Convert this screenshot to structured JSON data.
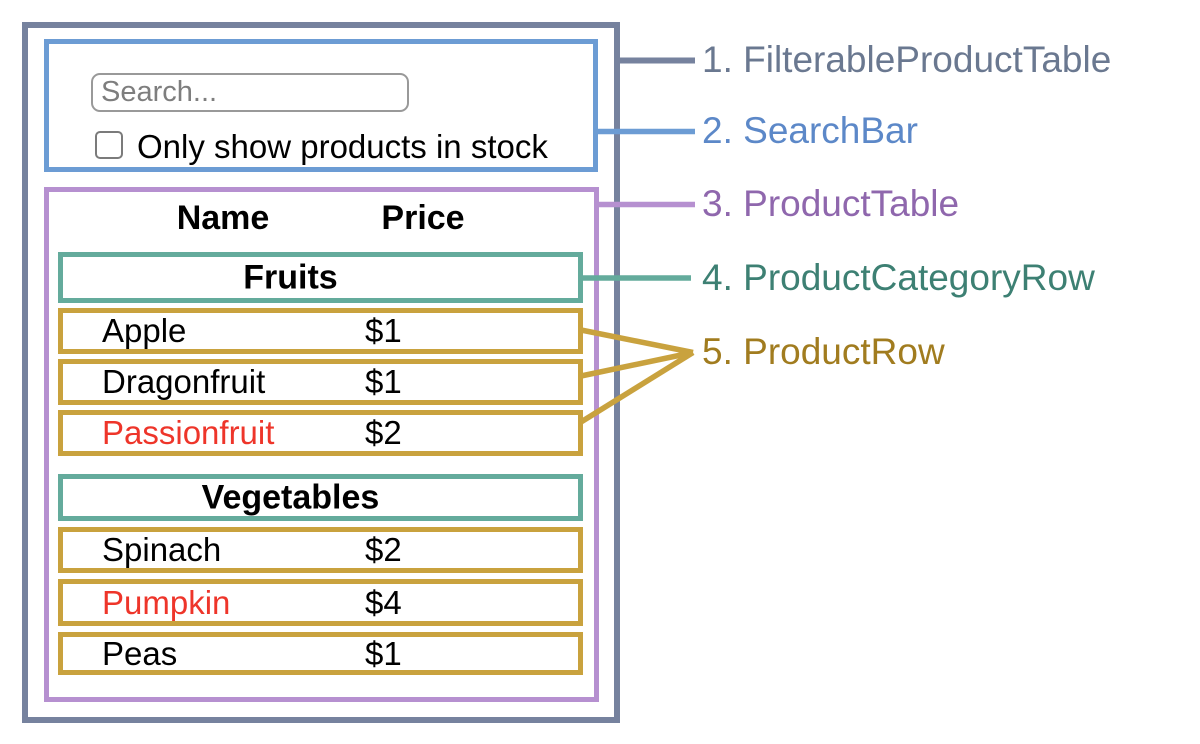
{
  "colors": {
    "slate": "#76829E",
    "slate_text": "#6A7890",
    "blue": "#6C9CD4",
    "blue_text": "#5C88C8",
    "purple": "#B690D0",
    "purple_text": "#8F67AD",
    "teal": "#64AB9C",
    "teal_text": "#3D8073",
    "gold": "#C9A23E",
    "gold_text": "#A17C1F",
    "red": "#EE352A",
    "black": "#000000"
  },
  "search_bar": {
    "placeholder": "Search...",
    "checkbox_label": "Only show products in stock",
    "checkbox_checked": false
  },
  "table": {
    "headers": {
      "name": "Name",
      "price": "Price"
    },
    "sections": [
      {
        "category": "Fruits",
        "rows": [
          {
            "name": "Apple",
            "price": "$1",
            "out_of_stock": false
          },
          {
            "name": "Dragonfruit",
            "price": "$1",
            "out_of_stock": false
          },
          {
            "name": "Passionfruit",
            "price": "$2",
            "out_of_stock": true
          }
        ]
      },
      {
        "category": "Vegetables",
        "rows": [
          {
            "name": "Spinach",
            "price": "$2",
            "out_of_stock": false
          },
          {
            "name": "Pumpkin",
            "price": "$4",
            "out_of_stock": true
          },
          {
            "name": "Peas",
            "price": "$1",
            "out_of_stock": false
          }
        ]
      }
    ]
  },
  "annotations": [
    {
      "text": "1. FilterableProductTable"
    },
    {
      "text": "2. SearchBar"
    },
    {
      "text": "3. ProductTable"
    },
    {
      "text": "4. ProductCategoryRow"
    },
    {
      "text": "5. ProductRow"
    }
  ]
}
